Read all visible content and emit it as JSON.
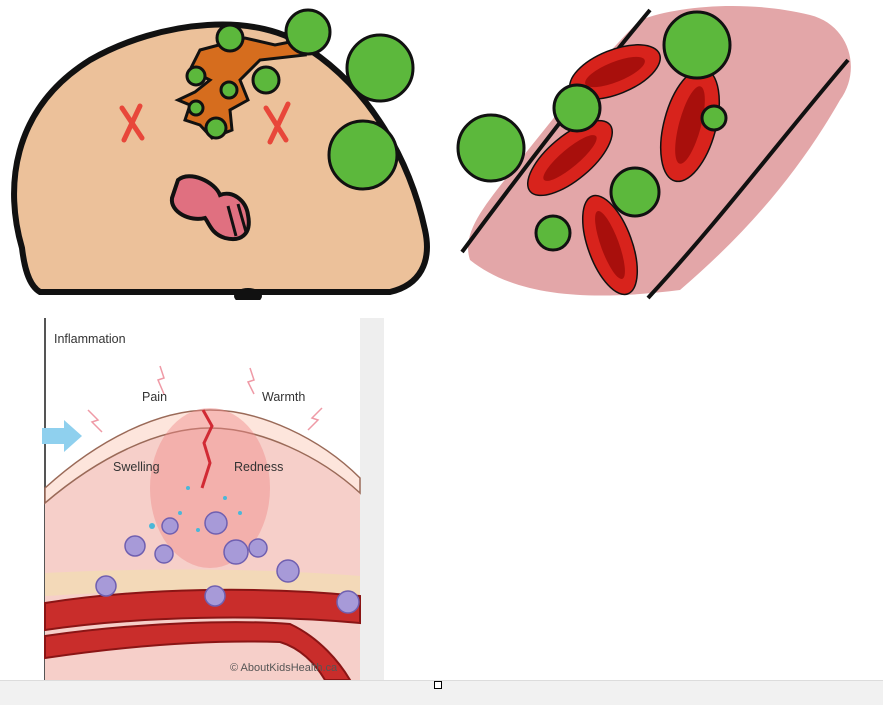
{
  "panels": {
    "sick_face": {
      "icon": "sick-face-with-germs"
    },
    "blood_vessel": {
      "icon": "blood-vessel-with-germs"
    },
    "inflammation": {
      "title": "Inflammation",
      "labels": {
        "pain": "Pain",
        "warmth": "Warmth",
        "swelling": "Swelling",
        "redness": "Redness"
      },
      "credit": "© AboutKidsHealth.ca"
    }
  },
  "colors": {
    "skin": "#ecc19a",
    "germ_green": "#5cb83c",
    "blood_red": "#d8231c",
    "vessel_pink": "#e3a6a8",
    "wound_orange": "#d66d1e",
    "x_red": "#e8473a",
    "cell_purple": "#a79ad8",
    "arrow_blue": "#8fd0ee"
  }
}
